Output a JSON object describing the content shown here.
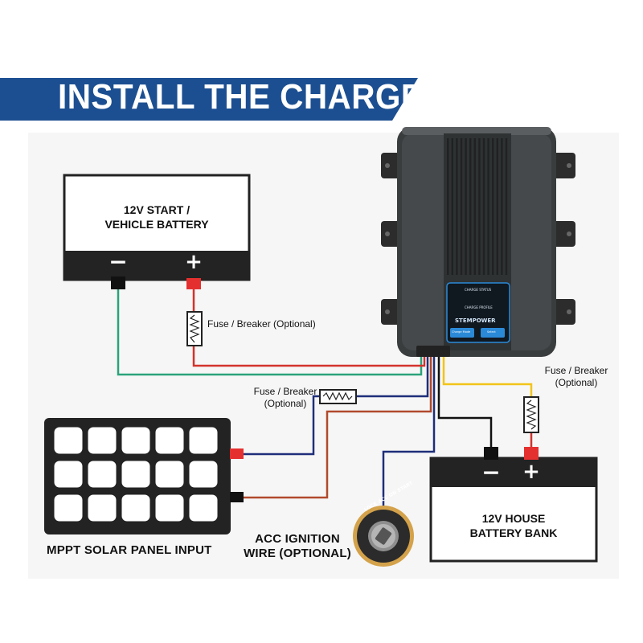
{
  "banner": {
    "title": "INSTALL THE CHARGER",
    "color": "#1c4f91"
  },
  "start_battery": {
    "title_line1": "12V START /",
    "title_line2": "VEHICLE BATTERY",
    "neg_symbol": "−",
    "pos_symbol": "+"
  },
  "house_battery": {
    "title_line1": "12V HOUSE",
    "title_line2": "BATTERY BANK",
    "neg_symbol": "−",
    "pos_symbol": "+"
  },
  "solar_panel": {
    "label": "MPPT SOLAR PANEL INPUT",
    "rows": 3,
    "cols": 5
  },
  "fuses": {
    "start": {
      "label": "Fuse / Breaker (Optional)"
    },
    "solar": {
      "line1": "Fuse / Breaker",
      "line2": "(Optional)"
    },
    "house": {
      "line1": "Fuse / Breaker",
      "line2": "(Optional)"
    }
  },
  "ignition": {
    "label_line1": "ACC IGNITION",
    "label_line2": "WIRE (OPTIONAL)",
    "switch_text": "LOCK ACC ON START"
  },
  "charger": {
    "brand": "STEMPOWER",
    "panel_texts": [
      "CHARGE STATUS",
      "CHARGE PROFILE"
    ],
    "button_labels": [
      "Charge Mode",
      "Select"
    ]
  },
  "wire_colors": {
    "green": "#2aa37a",
    "red": "#d2332d",
    "navy": "#1f2e7a",
    "brown": "#b04a2c",
    "yellow": "#f2c419",
    "black": "#111111"
  }
}
